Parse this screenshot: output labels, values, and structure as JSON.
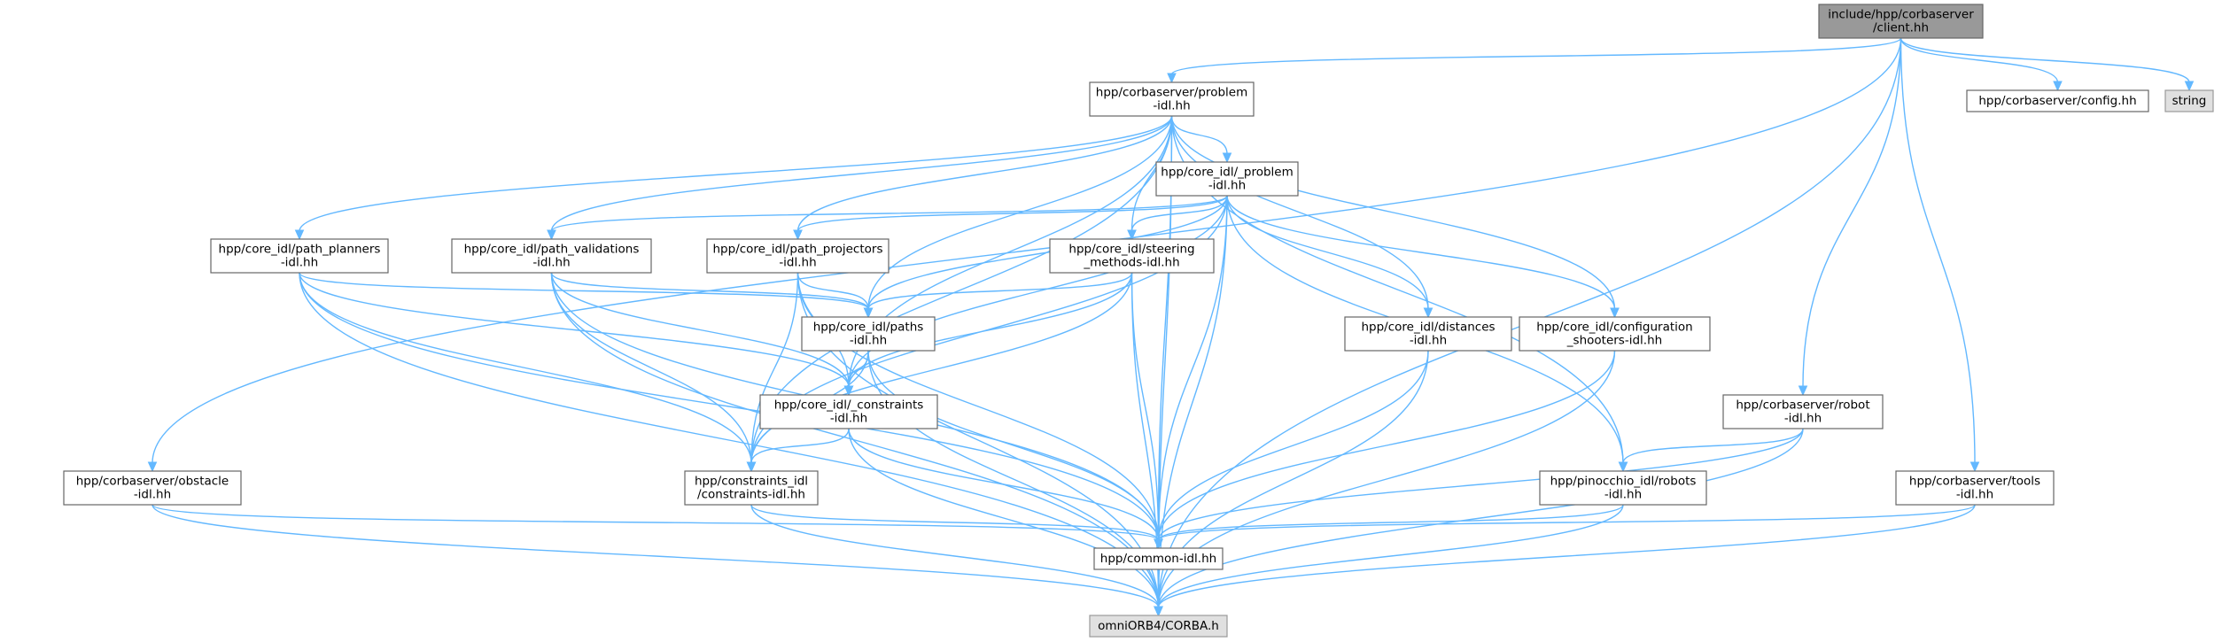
{
  "colors": {
    "edge": "#63b8ff",
    "node_border": "#666666",
    "external_fill": "#e0e0e0",
    "root_fill": "#999999"
  },
  "nodes": [
    {
      "id": "client",
      "kind": "root",
      "lines": [
        "include/hpp/corbaserver",
        "/client.hh"
      ]
    },
    {
      "id": "problem",
      "kind": "normal",
      "lines": [
        "hpp/corbaserver/problem",
        "-idl.hh"
      ]
    },
    {
      "id": "config",
      "kind": "normal",
      "lines": [
        "hpp/corbaserver/config.hh"
      ]
    },
    {
      "id": "string",
      "kind": "external",
      "lines": [
        "string"
      ]
    },
    {
      "id": "core_problem",
      "kind": "normal",
      "lines": [
        "hpp/core_idl/_problem",
        "-idl.hh"
      ]
    },
    {
      "id": "path_planners",
      "kind": "normal",
      "lines": [
        "hpp/core_idl/path_planners",
        "-idl.hh"
      ]
    },
    {
      "id": "path_validations",
      "kind": "normal",
      "lines": [
        "hpp/core_idl/path_validations",
        "-idl.hh"
      ]
    },
    {
      "id": "path_projectors",
      "kind": "normal",
      "lines": [
        "hpp/core_idl/path_projectors",
        "-idl.hh"
      ]
    },
    {
      "id": "steering",
      "kind": "normal",
      "lines": [
        "hpp/core_idl/steering",
        "_methods-idl.hh"
      ]
    },
    {
      "id": "paths",
      "kind": "normal",
      "lines": [
        "hpp/core_idl/paths",
        "-idl.hh"
      ]
    },
    {
      "id": "distances",
      "kind": "normal",
      "lines": [
        "hpp/core_idl/distances",
        "-idl.hh"
      ]
    },
    {
      "id": "config_shooters",
      "kind": "normal",
      "lines": [
        "hpp/core_idl/configuration",
        "_shooters-idl.hh"
      ]
    },
    {
      "id": "constraints_core",
      "kind": "normal",
      "lines": [
        "hpp/core_idl/_constraints",
        "-idl.hh"
      ]
    },
    {
      "id": "robot",
      "kind": "normal",
      "lines": [
        "hpp/corbaserver/robot",
        "-idl.hh"
      ]
    },
    {
      "id": "obstacle",
      "kind": "normal",
      "lines": [
        "hpp/corbaserver/obstacle",
        "-idl.hh"
      ]
    },
    {
      "id": "constraints_idl",
      "kind": "normal",
      "lines": [
        "hpp/constraints_idl",
        "/constraints-idl.hh"
      ]
    },
    {
      "id": "pinocchio",
      "kind": "normal",
      "lines": [
        "hpp/pinocchio_idl/robots",
        "-idl.hh"
      ]
    },
    {
      "id": "tools",
      "kind": "normal",
      "lines": [
        "hpp/corbaserver/tools",
        "-idl.hh"
      ]
    },
    {
      "id": "common",
      "kind": "normal",
      "lines": [
        "hpp/common-idl.hh"
      ]
    },
    {
      "id": "corba",
      "kind": "external",
      "lines": [
        "omniORB4/CORBA.h"
      ]
    }
  ],
  "edges": [
    [
      "client",
      "problem"
    ],
    [
      "client",
      "config"
    ],
    [
      "client",
      "string"
    ],
    [
      "client",
      "robot"
    ],
    [
      "client",
      "obstacle"
    ],
    [
      "client",
      "tools"
    ],
    [
      "client",
      "corba"
    ],
    [
      "problem",
      "core_problem"
    ],
    [
      "problem",
      "path_planners"
    ],
    [
      "problem",
      "path_validations"
    ],
    [
      "problem",
      "path_projectors"
    ],
    [
      "problem",
      "steering"
    ],
    [
      "problem",
      "paths"
    ],
    [
      "problem",
      "distances"
    ],
    [
      "problem",
      "config_shooters"
    ],
    [
      "problem",
      "constraints_core"
    ],
    [
      "problem",
      "constraints_idl"
    ],
    [
      "problem",
      "pinocchio"
    ],
    [
      "problem",
      "common"
    ],
    [
      "problem",
      "corba"
    ],
    [
      "core_problem",
      "path_validations"
    ],
    [
      "core_problem",
      "path_projectors"
    ],
    [
      "core_problem",
      "steering"
    ],
    [
      "core_problem",
      "paths"
    ],
    [
      "core_problem",
      "distances"
    ],
    [
      "core_problem",
      "config_shooters"
    ],
    [
      "core_problem",
      "constraints_core"
    ],
    [
      "core_problem",
      "constraints_idl"
    ],
    [
      "core_problem",
      "pinocchio"
    ],
    [
      "core_problem",
      "common"
    ],
    [
      "core_problem",
      "corba"
    ],
    [
      "path_planners",
      "paths"
    ],
    [
      "path_planners",
      "constraints_core"
    ],
    [
      "path_planners",
      "constraints_idl"
    ],
    [
      "path_planners",
      "common"
    ],
    [
      "path_planners",
      "corba"
    ],
    [
      "path_validations",
      "paths"
    ],
    [
      "path_validations",
      "constraints_core"
    ],
    [
      "path_validations",
      "constraints_idl"
    ],
    [
      "path_validations",
      "common"
    ],
    [
      "path_validations",
      "corba"
    ],
    [
      "path_projectors",
      "paths"
    ],
    [
      "path_projectors",
      "constraints_core"
    ],
    [
      "path_projectors",
      "constraints_idl"
    ],
    [
      "path_projectors",
      "common"
    ],
    [
      "path_projectors",
      "corba"
    ],
    [
      "steering",
      "paths"
    ],
    [
      "steering",
      "constraints_core"
    ],
    [
      "steering",
      "constraints_idl"
    ],
    [
      "steering",
      "common"
    ],
    [
      "steering",
      "corba"
    ],
    [
      "paths",
      "constraints_core"
    ],
    [
      "paths",
      "constraints_idl"
    ],
    [
      "paths",
      "common"
    ],
    [
      "paths",
      "corba"
    ],
    [
      "constraints_core",
      "constraints_idl"
    ],
    [
      "constraints_core",
      "common"
    ],
    [
      "constraints_core",
      "corba"
    ],
    [
      "distances",
      "common"
    ],
    [
      "distances",
      "corba"
    ],
    [
      "config_shooters",
      "common"
    ],
    [
      "config_shooters",
      "corba"
    ],
    [
      "robot",
      "pinocchio"
    ],
    [
      "robot",
      "common"
    ],
    [
      "robot",
      "corba"
    ],
    [
      "obstacle",
      "common"
    ],
    [
      "obstacle",
      "corba"
    ],
    [
      "constraints_idl",
      "common"
    ],
    [
      "constraints_idl",
      "corba"
    ],
    [
      "pinocchio",
      "common"
    ],
    [
      "pinocchio",
      "corba"
    ],
    [
      "tools",
      "common"
    ],
    [
      "tools",
      "corba"
    ],
    [
      "common",
      "corba"
    ]
  ]
}
